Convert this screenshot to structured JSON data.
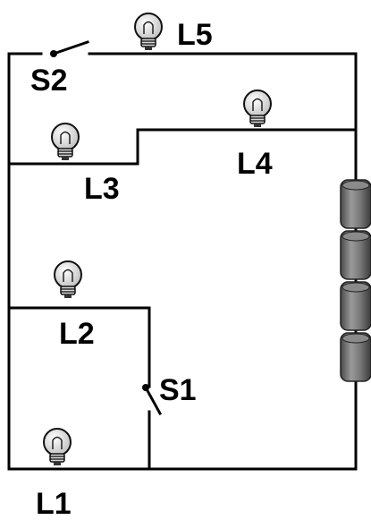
{
  "labels": {
    "s1": "S1",
    "s2": "S2",
    "l1": "L1",
    "l2": "L2",
    "l3": "L3",
    "l4": "L4",
    "l5": "L5"
  },
  "colors": {
    "wire": "#000000",
    "battery_dark": "#4a4a4a",
    "battery_light": "#9a9a9a",
    "bulb_glass": "#e9e9e9"
  },
  "components": {
    "bulb_icon": "light-bulb-icon",
    "switch_icon": "switch-icon",
    "battery_icon": "battery-cell-icon",
    "battery_cells": 4
  }
}
